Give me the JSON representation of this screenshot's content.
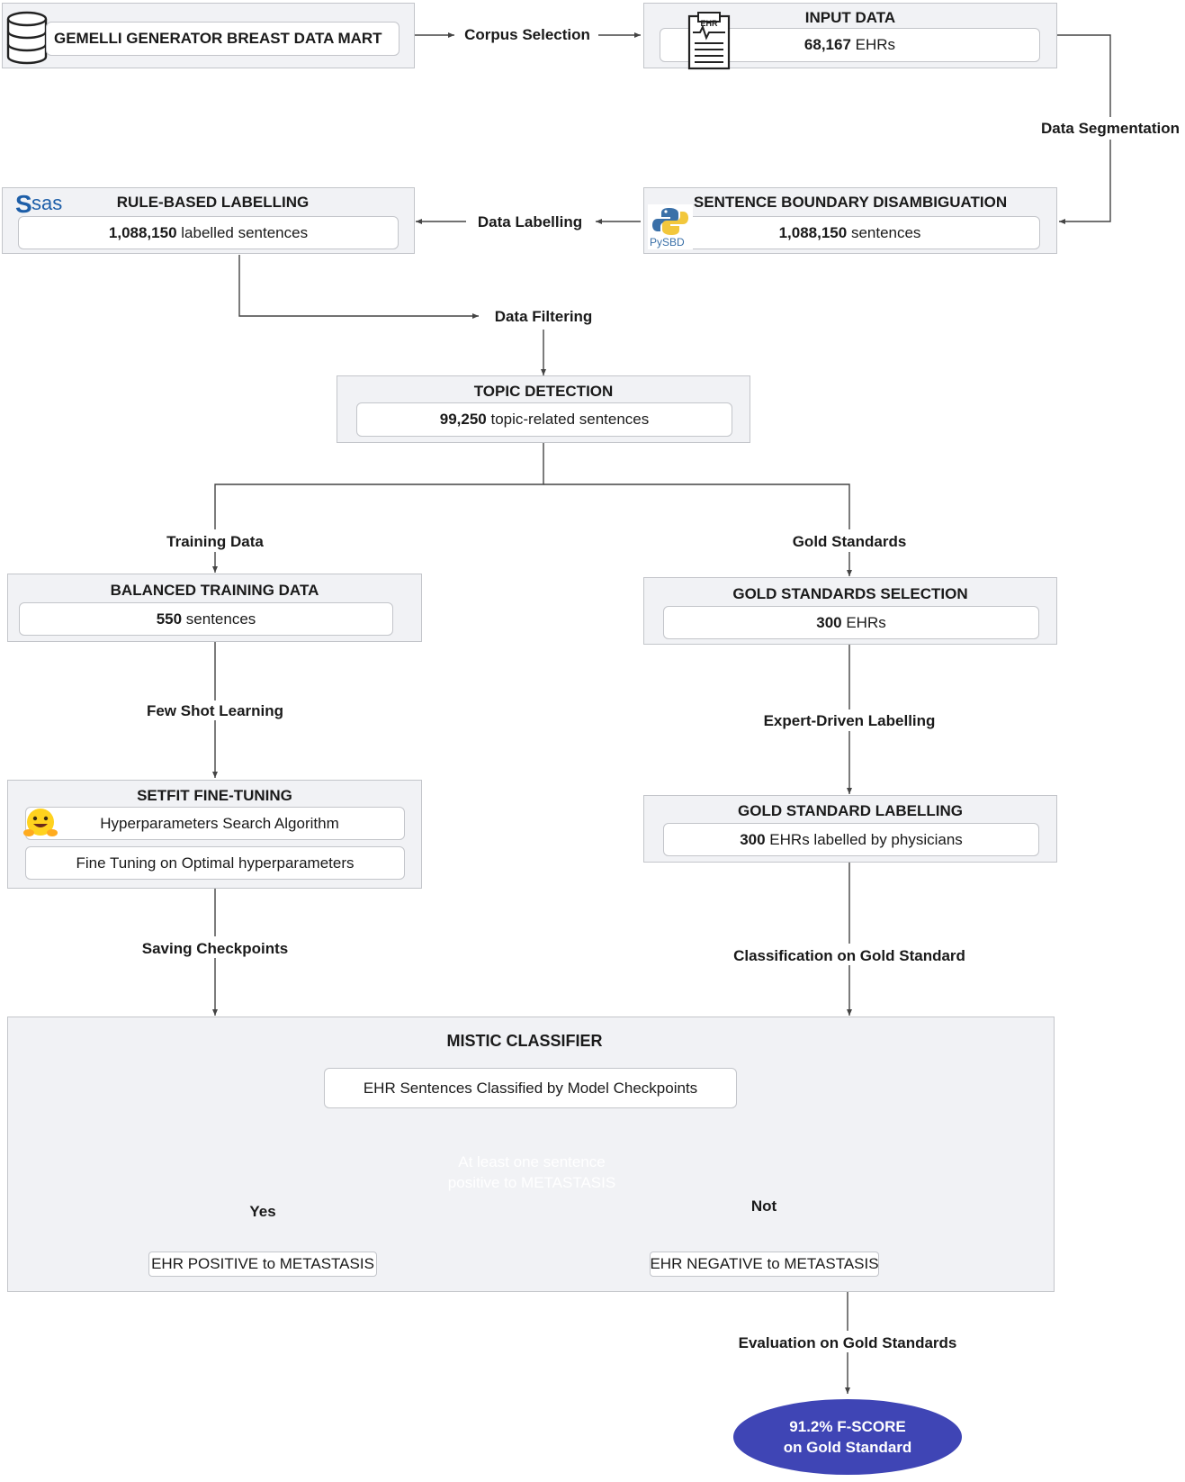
{
  "data_mart": {
    "title": "GEMELLI GENERATOR BREAST DATA MART",
    "icon": "database-icon"
  },
  "labels": {
    "corpus_selection": "Corpus Selection",
    "data_segmentation": "Data Segmentation",
    "data_labelling": "Data Labelling",
    "data_filtering": "Data Filtering",
    "training_data": "Training Data",
    "gold_standards": "Gold Standards",
    "few_shot_learning": "Few Shot Learning",
    "expert_driven_labelling": "Expert-Driven Labelling",
    "saving_checkpoints": "Saving Checkpoints",
    "classification_on_gold_standard": "Classification on Gold Standard",
    "evaluation_on_gold_standards": "Evaluation on Gold Standards"
  },
  "input_data": {
    "title": "INPUT DATA",
    "count": "68,167",
    "unit": "EHRs",
    "icon_text": "EHR",
    "icon": "ehr-clipboard-icon"
  },
  "rule_based": {
    "title": "RULE-BASED LABELLING",
    "count": "1,088,150",
    "unit": "labelled sentences",
    "logo_text": "sas",
    "icon": "sas-logo-icon"
  },
  "sbd": {
    "title": "SENTENCE BOUNDARY DISAMBIGUATION",
    "count": "1,088,150",
    "unit": "sentences",
    "logo_text": "PySBD",
    "icon": "python-logo-icon"
  },
  "topic": {
    "title": "TOPIC DETECTION",
    "count": "99,250",
    "unit": "topic-related sentences"
  },
  "balanced": {
    "title": "BALANCED TRAINING DATA",
    "count": "550",
    "unit": "sentences"
  },
  "gold_selection": {
    "title": "GOLD STANDARDS SELECTION",
    "count": "300",
    "unit": "EHRs"
  },
  "setfit": {
    "title": "SETFIT FINE-TUNING",
    "step1": "Hyperparameters Search Algorithm",
    "step2": "Fine Tuning on Optimal hyperparameters",
    "icon": "hugging-face-icon"
  },
  "gold_labelling": {
    "title": "GOLD STANDARD LABELLING",
    "count": "300",
    "unit": "EHRs labelled by physicians"
  },
  "mistic": {
    "title": "MISTIC CLASSIFIER",
    "classified": "EHR Sentences Classified by Model Checkpoints",
    "decision_line1": "At least one sentence",
    "decision_line2": "positive to METASTASIS",
    "yes": "Yes",
    "no": "Not",
    "positive": "EHR POSITIVE to METASTASIS",
    "negative": "EHR NEGATIVE to METASTASIS"
  },
  "result": {
    "line1": "91.2% F-SCORE",
    "line2": "on Gold Standard"
  },
  "colors": {
    "panel": "#f1f2f5",
    "border": "#c3c5ca",
    "accent": "#3f45b5",
    "line": "#444444"
  }
}
